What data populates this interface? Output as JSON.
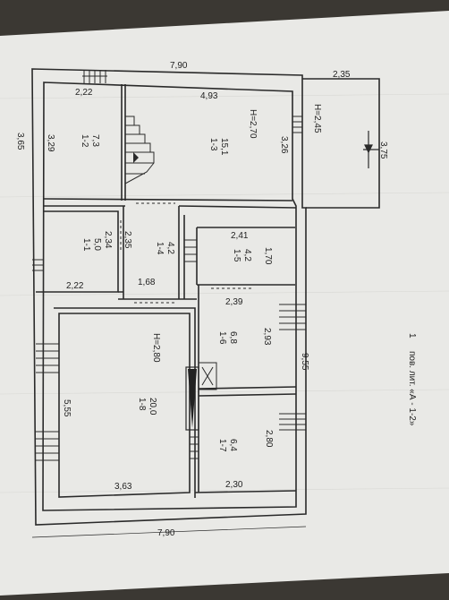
{
  "dimensions": {
    "top_total": "7,90",
    "bottom_total": "7,90",
    "porch_top": "2,35",
    "left_total": "3,65",
    "right_total": "9,55",
    "room12_top": "2,22",
    "room12_height": "3,29",
    "room13_top": "4,93",
    "room13_right": "3,26",
    "porch_height": "3,75",
    "room11_right": "2,34",
    "room11_bottom": "2,22",
    "room14_left": "2,35",
    "room14_bottom": "1,68",
    "room15_top": "2,41",
    "room15_right": "1,70",
    "room16_top": "2,39",
    "room16_right": "2,93",
    "room17_right": "2,80",
    "room17_bottom": "2,30",
    "room18_left": "5,55",
    "room18_bottom": "3,63"
  },
  "heights": {
    "main": "H=2,70",
    "porch": "H=2,45",
    "room18": "H=2,80"
  },
  "rooms": [
    {
      "id": "1-1",
      "area": "5,0"
    },
    {
      "id": "1-2",
      "area": "7,3"
    },
    {
      "id": "1-3",
      "area": "15,1"
    },
    {
      "id": "1-4",
      "area": "4,2"
    },
    {
      "id": "1-5",
      "area": "4,2"
    },
    {
      "id": "1-6",
      "area": "6,8"
    },
    {
      "id": "1-7",
      "area": "6,4"
    },
    {
      "id": "1-8",
      "area": "20,0"
    }
  ],
  "caption": {
    "floor_no": "1",
    "text": "пов.  лит. «А - 1-2»"
  }
}
